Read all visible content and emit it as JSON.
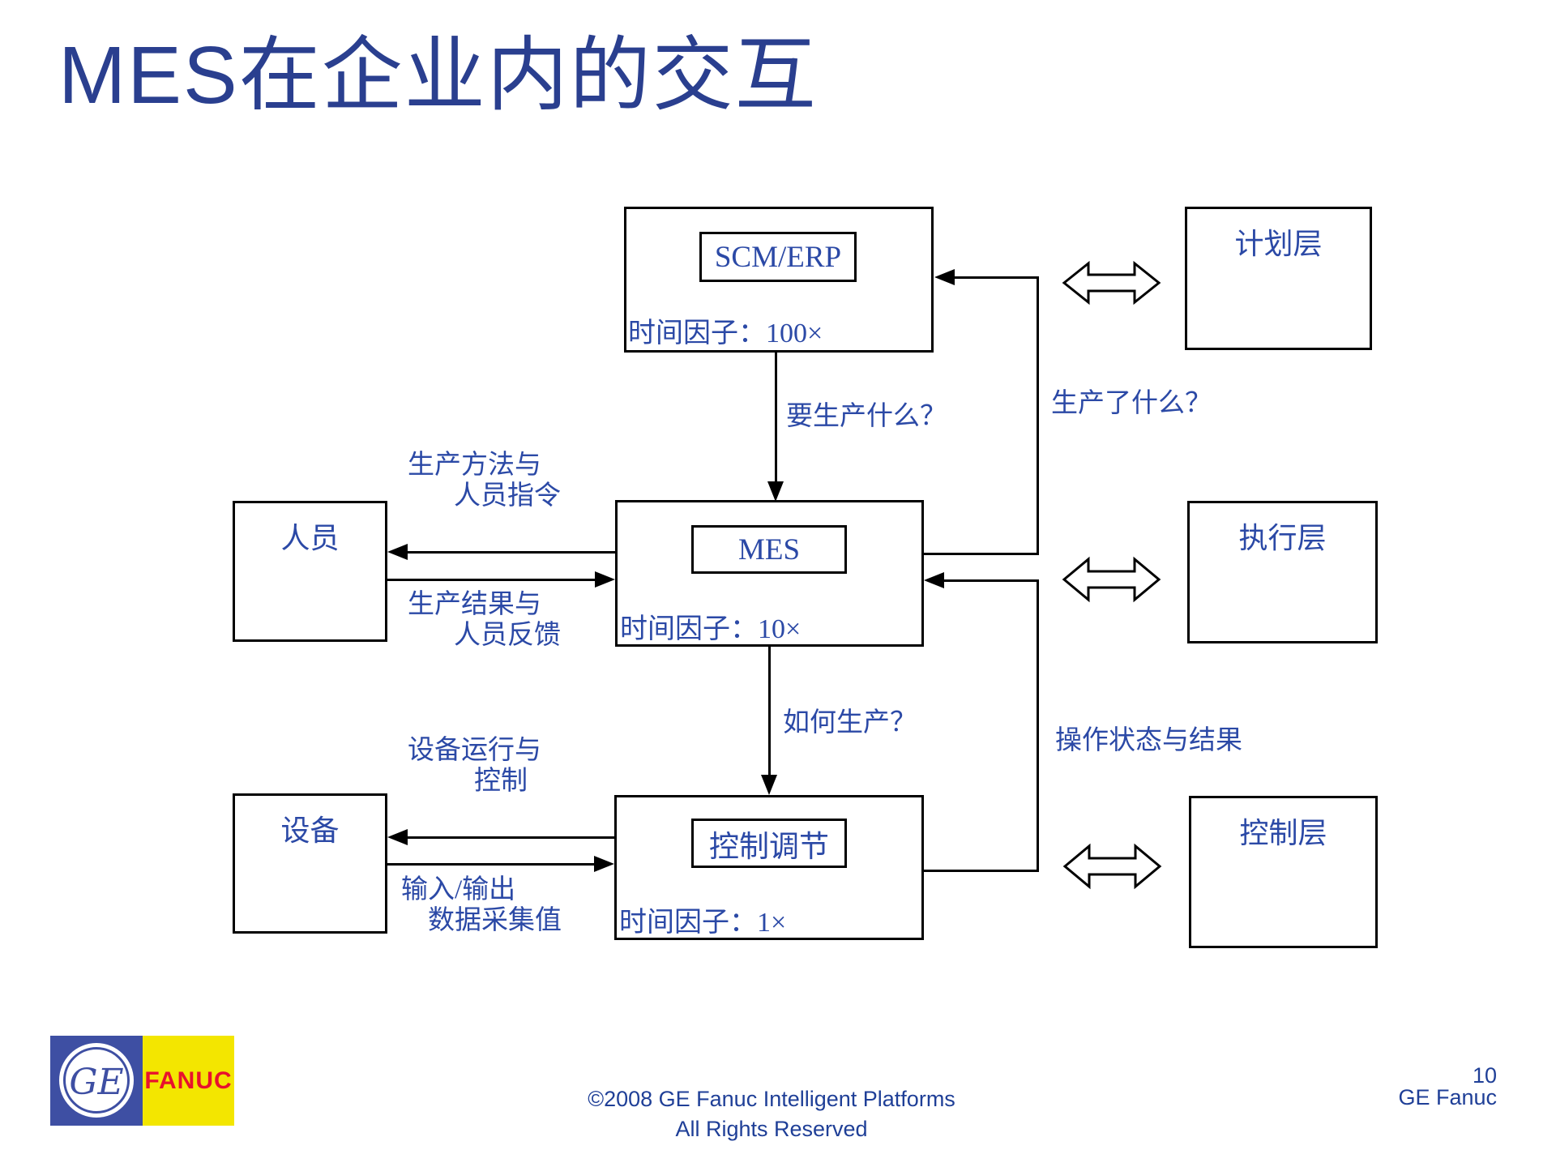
{
  "title": "MES在企业内的交互",
  "diagram": {
    "scm": {
      "label": "SCM/ERP",
      "time_factor": "时间因子：100×"
    },
    "mes": {
      "label": "MES",
      "time_factor": "时间因子：10×"
    },
    "control": {
      "label": "控制调节",
      "time_factor": "时间因子：1×"
    },
    "personnel": {
      "label": "人员"
    },
    "equipment": {
      "label": "设备"
    },
    "layers": {
      "plan": "计划层",
      "execute": "执行层",
      "control": "控制层"
    },
    "edges": {
      "what_to_produce": "要生产什么？",
      "what_was_produced": "生产了什么？",
      "how_to_produce": "如何生产？",
      "operation_status": "操作状态与结果",
      "production_method": [
        "生产方法与",
        "人员指令"
      ],
      "production_result": [
        "生产结果与",
        "人员反馈"
      ],
      "equipment_operation": [
        "设备运行与",
        "控制"
      ],
      "io_data": [
        "输入/输出",
        "数据采集值"
      ]
    }
  },
  "footer": {
    "copyright": [
      "©2008 GE Fanuc Intelligent Platforms",
      "All Rights Reserved"
    ],
    "page_number": "10",
    "brand": "GE Fanuc",
    "logo": {
      "ge_monogram": "GE",
      "fanuc_text": "FANUC"
    }
  },
  "colors": {
    "title_blue": "#2a3f8f",
    "diagram_text_blue": "#2b49a6",
    "line_black": "#000000",
    "footer_text_blue": "#1f3f97",
    "logo_blue": "#3e4fa3",
    "logo_yellow": "#f3e600",
    "logo_red": "#e8112d"
  }
}
